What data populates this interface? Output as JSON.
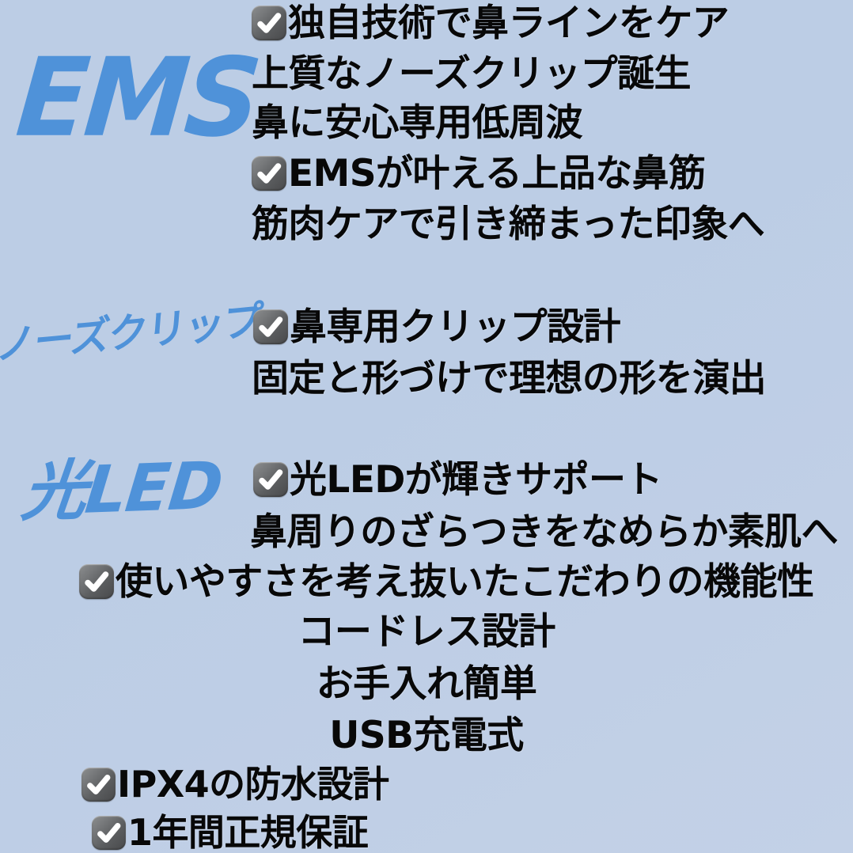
{
  "theme": {
    "background_color": "#bccde5",
    "accent_blue": "#4f92d9",
    "text_color": "#080808",
    "checkbox_color": "#6d6f71"
  },
  "icons": {
    "checkbox": "checked-checkbox-icon"
  },
  "sections": [
    {
      "id": "ems",
      "badge": "EMS",
      "lines": [
        {
          "checkbox": true,
          "text": "独自技術で鼻ラインをケア"
        },
        {
          "checkbox": false,
          "text": "上質なノーズクリップ誕生"
        },
        {
          "checkbox": false,
          "text": "鼻に安心専用低周波"
        },
        {
          "checkbox": true,
          "text": "EMSが叶える上品な鼻筋"
        },
        {
          "checkbox": false,
          "text": "筋肉ケアで引き締まった印象へ"
        }
      ]
    },
    {
      "id": "noseclip",
      "badge": "ノーズクリップ",
      "lines": [
        {
          "checkbox": true,
          "text": "鼻専用クリップ設計"
        },
        {
          "checkbox": false,
          "text": "固定と形づけで理想の形を演出"
        }
      ]
    },
    {
      "id": "led",
      "badge": "光LED",
      "lines": [
        {
          "checkbox": true,
          "text": "光LEDが輝きサポート"
        },
        {
          "checkbox": false,
          "text": "鼻周りのざらつきをなめらか素肌へ"
        }
      ]
    },
    {
      "id": "usability",
      "badge": "",
      "lines": [
        {
          "checkbox": true,
          "text": "使いやすさを考え抜いたこだわりの機能性"
        },
        {
          "checkbox": false,
          "text": "コードレス設計"
        },
        {
          "checkbox": false,
          "text": "お手入れ簡単"
        },
        {
          "checkbox": false,
          "text": "USB充電式"
        }
      ]
    },
    {
      "id": "spec",
      "badge": "",
      "lines": [
        {
          "checkbox": true,
          "text": "IPX4の防水設計"
        },
        {
          "checkbox": true,
          "text": "1年間正規保証"
        }
      ]
    }
  ],
  "flat_lines": {
    "l01": "独自技術で鼻ラインをケア",
    "l02": "上質なノーズクリップ誕生",
    "l03": "鼻に安心専用低周波",
    "l04": "EMSが叶える上品な鼻筋",
    "l05": "筋肉ケアで引き締まった印象へ",
    "l06": "鼻専用クリップ設計",
    "l07": "固定と形づけで理想の形を演出",
    "l08": "光LEDが輝きサポート",
    "l09": "鼻周りのざらつきをなめらか素肌へ",
    "l10": "使いやすさを考え抜いたこだわりの機能性",
    "l11": "コードレス設計",
    "l12": "お手入れ簡単",
    "l13": "USB充電式",
    "l14": "IPX4の防水設計",
    "l15": "1年間正規保証"
  },
  "badges": {
    "ems": "EMS",
    "noseclip": "ノーズクリップ",
    "led": "光LED"
  }
}
